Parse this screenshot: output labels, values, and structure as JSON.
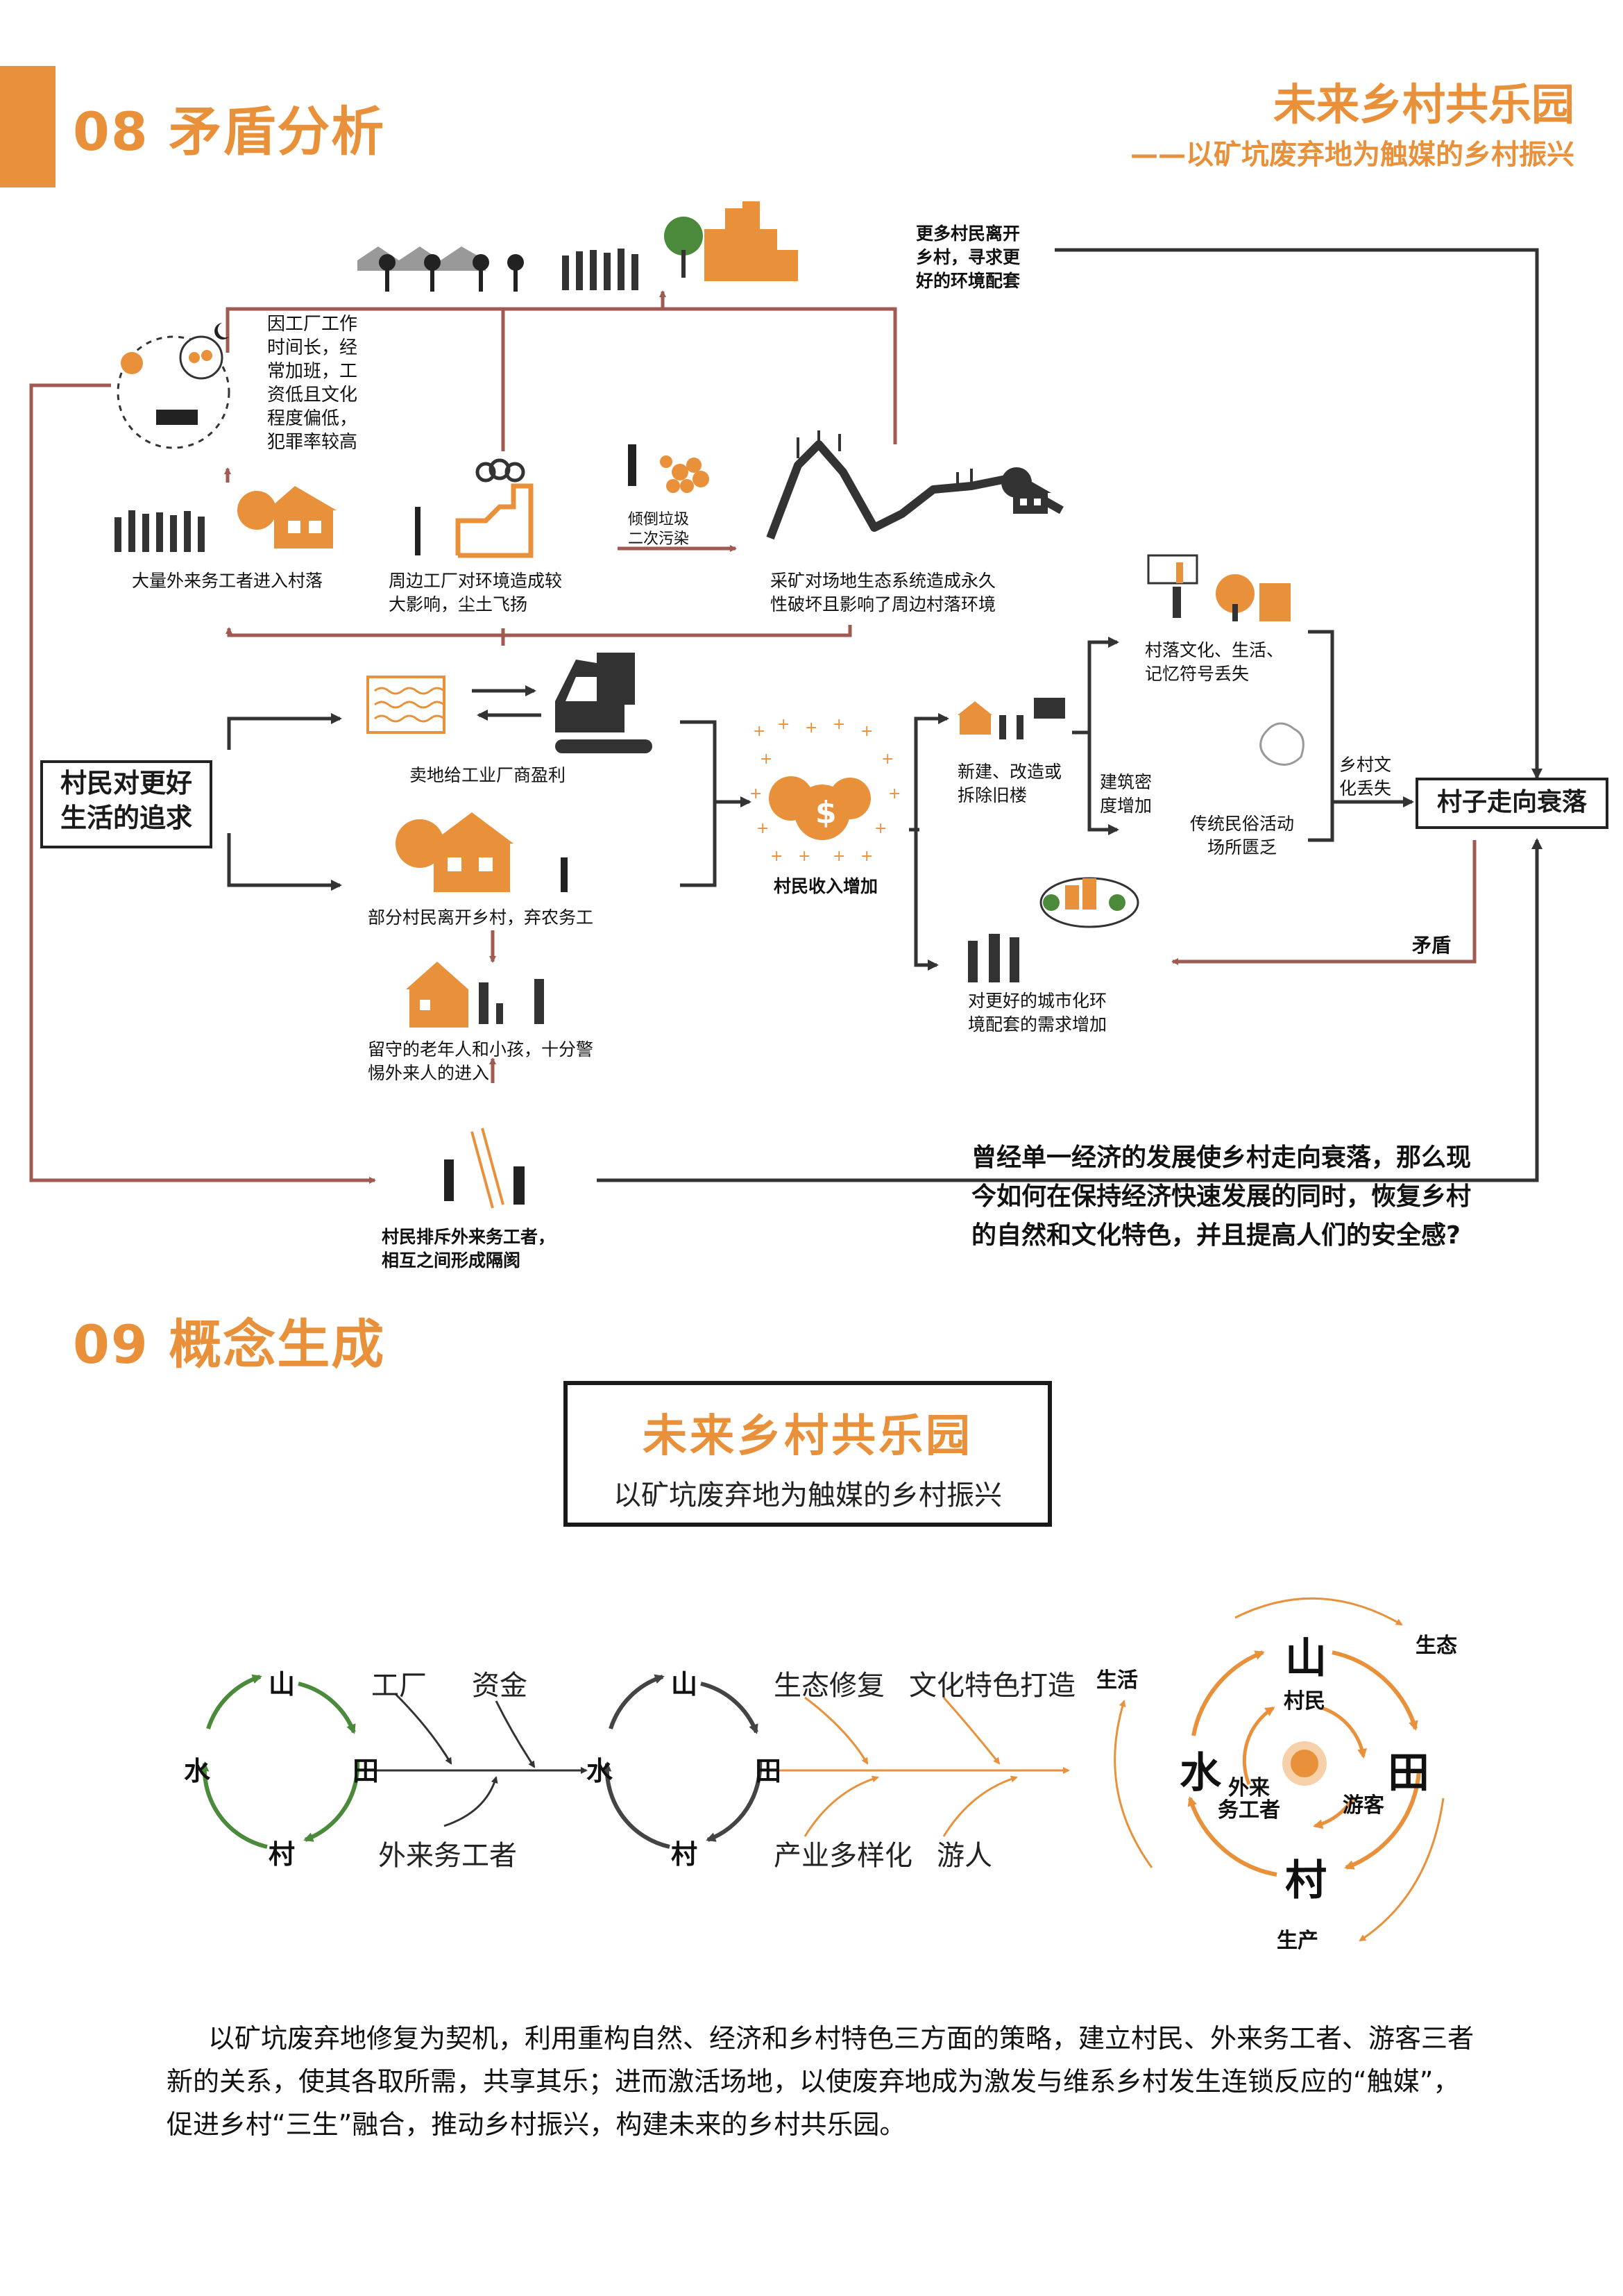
{
  "header": {
    "section08_title": "08 矛盾分析",
    "brand_title": "未来乡村共乐园",
    "brand_subtitle": "——以矿坑废弃地为触媒的乡村振兴"
  },
  "section08": {
    "more_villagers_leave": [
      "更多村民离开",
      "乡村，寻求更",
      "好的环境配套"
    ],
    "factory_work_note": [
      "因工厂工作",
      "时间长，经",
      "常加班，工",
      "资低且文化",
      "程度偏低，",
      "犯罪率较高"
    ],
    "migrants_enter": "大量外来务工者进入村落",
    "factory_impact": [
      "周边工厂对环境造成较",
      "大影响，尘土飞扬"
    ],
    "dump_waste": [
      "倾倒垃圾",
      "二次污染"
    ],
    "mining_damage": [
      "采矿对场地生态系统造成永久",
      "性破坏且影响了周边村落环境"
    ],
    "villagers_pursuit": [
      "村民对更好",
      "生活的追求"
    ],
    "sell_land": "卖地给工业厂商盈利",
    "leave_village": "部分村民离开乡村，弃农务工",
    "left_behind": [
      "留守的老年人和小孩，十分警",
      "惕外来人的进入"
    ],
    "villagers_exclude": [
      "村民排斥外来务工者，",
      "相互之间形成隔阂"
    ],
    "income_increase": "村民收入增加",
    "new_build": [
      "新建、改造或",
      "拆除旧楼"
    ],
    "density_increase": [
      "建筑密",
      "度增加"
    ],
    "culture_loss": [
      "村落文化、生活、",
      "记忆符号丢失"
    ],
    "folk_lack": [
      "传统民俗活动",
      "场所匮乏"
    ],
    "village_culture_lost": [
      "乡村文",
      "化丢失"
    ],
    "village_decline": "村子走向衰落",
    "urban_demand": [
      "对更好的城市化环",
      "境配套的需求增加"
    ],
    "contradiction": "矛盾",
    "question": [
      "曾经单一经济的发展使乡村走向衰落，那么现",
      "今如何在保持经济快速发展的同时，恢复乡村",
      "的自然和文化特色，并且提高人们的安全感?"
    ]
  },
  "section09": {
    "title": "09 概念生成",
    "box_title": "未来乡村共乐园",
    "box_subtitle": "以矿坑废弃地为触媒的乡村振兴",
    "cycle1": {
      "top": "山",
      "left": "水",
      "right": "田",
      "bottom": "村"
    },
    "cycle2": {
      "top": "山",
      "left": "水",
      "right": "田",
      "bottom": "村"
    },
    "inputs1": {
      "factory": "工厂",
      "capital": "资金",
      "migrants": "外来务工者"
    },
    "inputs2": {
      "eco": "生态修复",
      "culture": "文化特色打造",
      "industry": "产业多样化",
      "tourists": "游人"
    },
    "cycle3": {
      "top": "山",
      "left": "水",
      "right": "田",
      "bottom": "村",
      "villagers": "村民",
      "migrants": [
        "外来",
        "务工者"
      ],
      "visitors": "游客",
      "life": "生活",
      "ecology": "生态",
      "production": "生产"
    },
    "paragraph": "以矿坑废弃地修复为契机，利用重构自然、经济和乡村特色三方面的策略，建立村民、外来务工者、游客三者新的关系，使其各取所需，共享其乐；进而激活场地，以使废弃地成为激发与维系乡村发生连锁反应的“触媒”，促进乡村“三生”融合，推动乡村振兴，构建未来的乡村共乐园。"
  },
  "colors": {
    "accent": "#e8913a",
    "connector": "#a05a52",
    "dark": "#333333",
    "green": "#4a8a3a"
  }
}
